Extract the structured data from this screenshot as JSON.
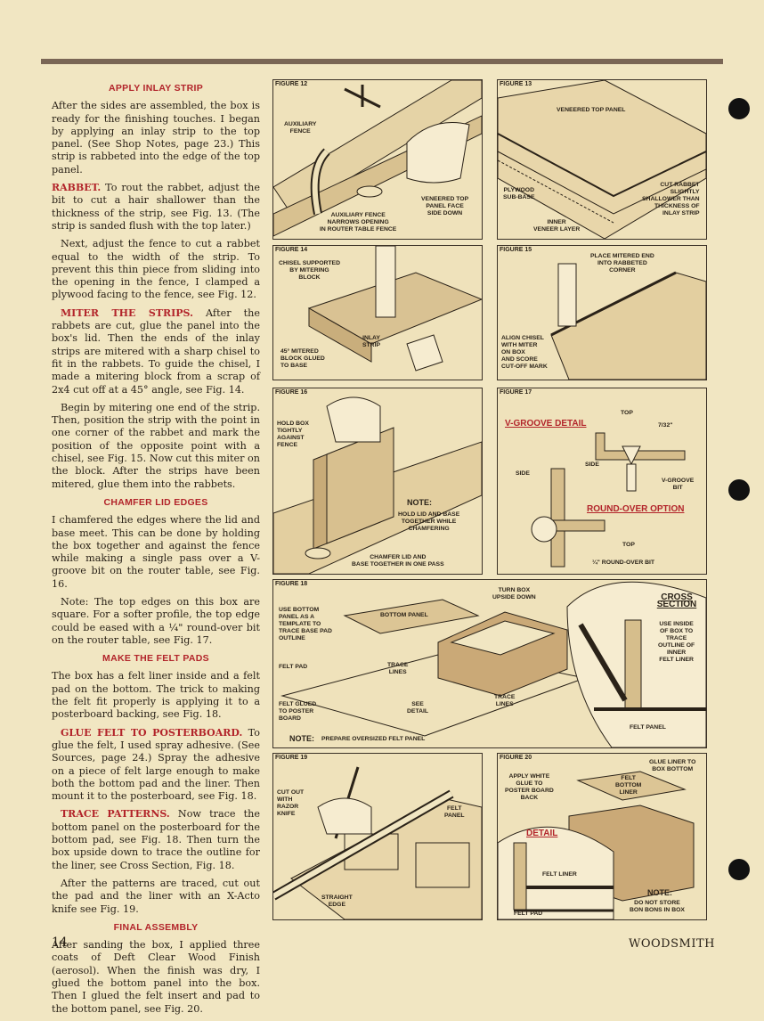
{
  "column": [
    {
      "type": "heading",
      "text": "APPLY INLAY STRIP"
    },
    {
      "type": "para",
      "text": "After the sides are assembled, the box is ready for the finishing touches. I began by applying an inlay strip to the top panel. (See Shop Notes, page 23.) This strip is rabbeted into the edge of the top panel."
    },
    {
      "type": "para",
      "lead": "RABBET.",
      "text": " To rout the rabbet, adjust the bit to cut a hair shallower than the thickness of the strip, see Fig. 13. (The strip is sanded flush with the top later.)"
    },
    {
      "type": "para",
      "indent": true,
      "text": "Next, adjust the fence to cut a rabbet equal to the width of the strip. To prevent this thin piece from sliding into the opening in the fence, I clamped a plywood facing to the fence, see Fig. 12."
    },
    {
      "type": "para",
      "indent": true,
      "lead": "MITER THE STRIPS.",
      "text": " After the rabbets are cut, glue the panel into the box's lid. Then the ends of the inlay strips are mitered with a sharp chisel to fit in the rabbets. To guide the chisel, I made a mitering block from a scrap of 2x4 cut off at a 45° angle, see Fig. 14."
    },
    {
      "type": "para",
      "indent": true,
      "text": "Begin by mitering one end of the strip. Then, position the strip with the point in one corner of the rabbet and mark the position of the opposite point with a chisel, see Fig. 15. Now cut this miter on the block. After the strips have been mitered, glue them into the rabbets."
    },
    {
      "type": "heading",
      "text": "CHAMFER LID EDGES"
    },
    {
      "type": "para",
      "text": "I chamfered the edges where the lid and base meet. This can be done by holding the box together and against the fence while making a single pass over a V-groove bit on the router table, see Fig. 16."
    },
    {
      "type": "para",
      "indent": true,
      "text": "Note: The top edges on this box are square. For a softer profile, the top edge could be eased with a ¼\" round-over bit on the router table, see Fig. 17."
    },
    {
      "type": "heading",
      "text": "MAKE THE FELT PADS"
    },
    {
      "type": "para",
      "text": "The box has a felt liner inside and a felt pad on the bottom. The trick to making the felt fit properly is applying it to a posterboard backing, see Fig. 18."
    },
    {
      "type": "para",
      "indent": true,
      "lead": "GLUE FELT TO POSTERBOARD.",
      "text": " To glue the felt, I used spray adhesive. (See Sources, page 24.) Spray the adhesive on a piece of felt large enough to make both the bottom pad and the liner. Then mount it to the posterboard, see Fig. 18."
    },
    {
      "type": "para",
      "indent": true,
      "lead": "TRACE PATTERNS.",
      "text": " Now trace the bottom panel on the posterboard for the bottom pad, see Fig. 18. Then turn the box upside down to trace the outline for the liner, see Cross Section, Fig. 18."
    },
    {
      "type": "para",
      "indent": true,
      "text": "After the patterns are traced, cut out the pad and the liner with an X-Acto knife see Fig. 19."
    },
    {
      "type": "heading",
      "text": "FINAL ASSEMBLY"
    },
    {
      "type": "para",
      "text": "After sanding the box, I applied three coats of Deft Clear Wood Finish (aerosol). When the finish was dry, I glued the bottom panel into the box. Then I glued the felt insert and pad to the bottom panel, see Fig. 20."
    }
  ],
  "figures": {
    "f12": {
      "tag": "FIGURE 12",
      "labels": [
        "AUXILIARY\nFENCE",
        "AUXILIARY FENCE\nNARROWS OPENING\nIN ROUTER TABLE FENCE",
        "VENEERED TOP\nPANEL FACE\nSIDE DOWN"
      ]
    },
    "f13": {
      "tag": "FIGURE 13",
      "labels": [
        "VENEERED TOP PANEL",
        "PLYWOOD\nSUB-BASE",
        "INNER\nVENEER LAYER",
        "CUT RABBET\nSLIGHTLY\nSHALLOWER THAN\nTHICKNESS OF\nINLAY STRIP"
      ]
    },
    "f14": {
      "tag": "FIGURE 14",
      "labels": [
        "CHISEL SUPPORTED\nBY MITERING\nBLOCK",
        "INLAY\nSTRIP",
        "45° MITERED\nBLOCK GLUED\nTO BASE"
      ]
    },
    "f15": {
      "tag": "FIGURE 15",
      "labels": [
        "PLACE MITERED END\nINTO RABBETED\nCORNER",
        "ALIGN CHISEL\nWITH MITER\nON BOX\nAND SCORE\nCUT-OFF MARK"
      ]
    },
    "f16": {
      "tag": "FIGURE 16",
      "labels": [
        "HOLD BOX\nTIGHTLY\nAGAINST\nFENCE",
        "NOTE:",
        "HOLD LID AND BASE\nTOGETHER WHILE\nCHAMFERING",
        "CHAMFER LID AND\nBASE TOGETHER IN ONE PASS"
      ]
    },
    "f17": {
      "tag": "FIGURE 17",
      "labels": [
        "V-GROOVE DETAIL",
        "TOP",
        "7/32\"",
        "SIDE",
        "SIDE",
        "V-GROOVE\nBIT",
        "ROUND-OVER OPTION",
        "TOP",
        "¼\" ROUND-OVER BIT"
      ]
    },
    "f18": {
      "tag": "FIGURE 18",
      "labels": [
        "USE BOTTOM\nPANEL AS A\nTEMPLATE TO\nTRACE BASE PAD\nOUTLINE",
        "BOTTOM PANEL",
        "TURN BOX\nUPSIDE DOWN",
        "FELT PAD",
        "TRACE\nLINES",
        "FELT GLUED\nTO POSTER\nBOARD",
        "SEE\nDETAIL",
        "TRACE\nLINES",
        "NOTE:",
        "PREPARE OVERSIZED FELT PANEL",
        "CROSS SECTION",
        "USE INSIDE\nOF BOX TO\nTRACE\nOUTLINE OF\nINNER\nFELT LINER",
        "FELT PANEL"
      ]
    },
    "f19": {
      "tag": "FIGURE 19",
      "labels": [
        "CUT OUT\nWITH\nRAZOR\nKNIFE",
        "FELT\nPANEL",
        "STRAIGHT\nEDGE"
      ]
    },
    "f20": {
      "tag": "FIGURE 20",
      "labels": [
        "GLUE LINER TO\nBOX BOTTOM",
        "APPLY WHITE\nGLUE TO\nPOSTER BOARD\nBACK",
        "FELT\nBOTTOM\nLINER",
        "DETAIL",
        "FELT LINER",
        "FELT PAD",
        "NOTE:",
        "DO NOT STORE\nBON BONS IN BOX"
      ]
    }
  },
  "footer": {
    "page": "14",
    "brand": "WOODSMITH"
  },
  "colors": {
    "paper": "#f1e6c2",
    "accent": "#b2242a",
    "ink": "#2a2218",
    "rule": "#7a6655"
  }
}
